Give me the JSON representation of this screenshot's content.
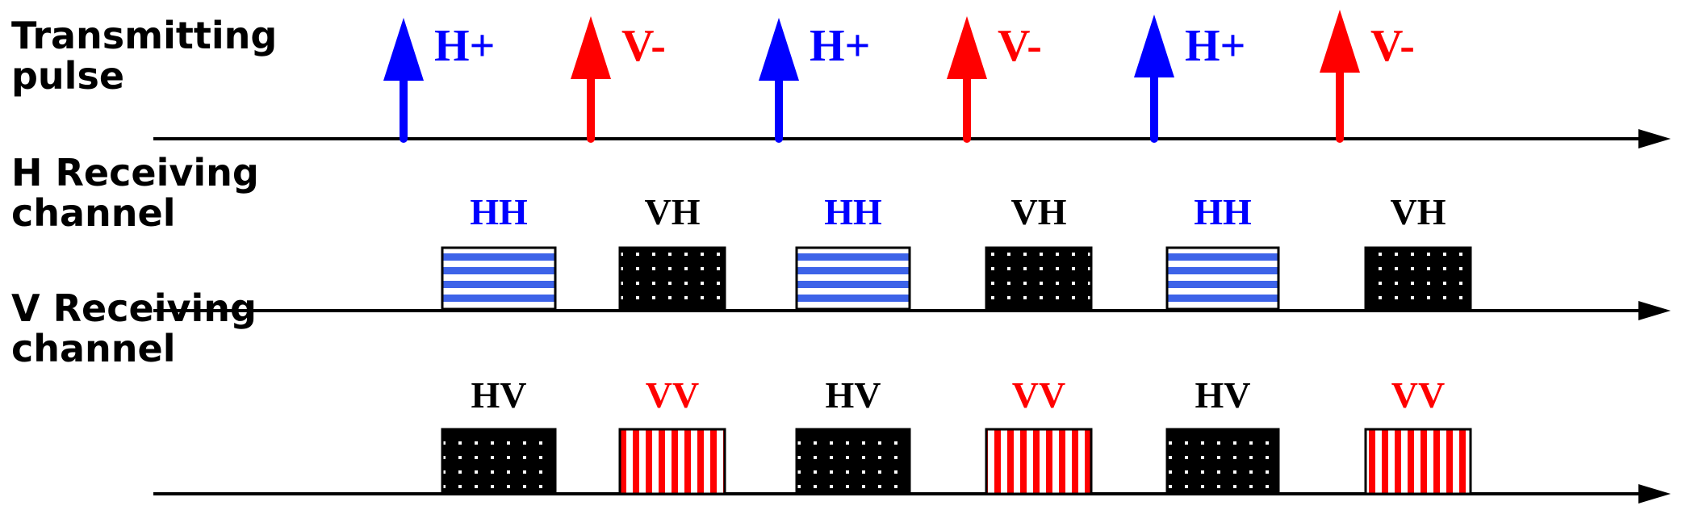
{
  "rows": [
    {
      "label_line1": "Transmitting",
      "label_line2": "pulse"
    },
    {
      "label_line1": "H Receiving",
      "label_line2": "channel"
    },
    {
      "label_line1": "V Receiving",
      "label_line2": "channel"
    }
  ],
  "colors": {
    "H": "#0000ff",
    "V": "#ff0000",
    "cross": "#000000",
    "line": "#000000",
    "stripe_h_light": "#ffffff",
    "stripe_h_dark": "#3d63e8",
    "stripe_v_dark": "#ff0000",
    "stripe_v_light": "#ffffff",
    "dot": "#ffffff"
  },
  "pulses": [
    {
      "label": "H+",
      "pol": "H"
    },
    {
      "label": "V-",
      "pol": "V"
    },
    {
      "label": "H+",
      "pol": "H"
    },
    {
      "label": "V-",
      "pol": "V"
    },
    {
      "label": "H+",
      "pol": "H"
    },
    {
      "label": "V-",
      "pol": "V"
    }
  ],
  "h_channel": [
    {
      "label": "HH",
      "kind": "co-H"
    },
    {
      "label": "VH",
      "kind": "cross"
    },
    {
      "label": "HH",
      "kind": "co-H"
    },
    {
      "label": "VH",
      "kind": "cross"
    },
    {
      "label": "HH",
      "kind": "co-H"
    },
    {
      "label": "VH",
      "kind": "cross"
    }
  ],
  "v_channel": [
    {
      "label": "HV",
      "kind": "cross"
    },
    {
      "label": "VV",
      "kind": "co-V"
    },
    {
      "label": "HV",
      "kind": "cross"
    },
    {
      "label": "VV",
      "kind": "co-V"
    },
    {
      "label": "HV",
      "kind": "cross"
    },
    {
      "label": "VV",
      "kind": "co-V"
    }
  ]
}
